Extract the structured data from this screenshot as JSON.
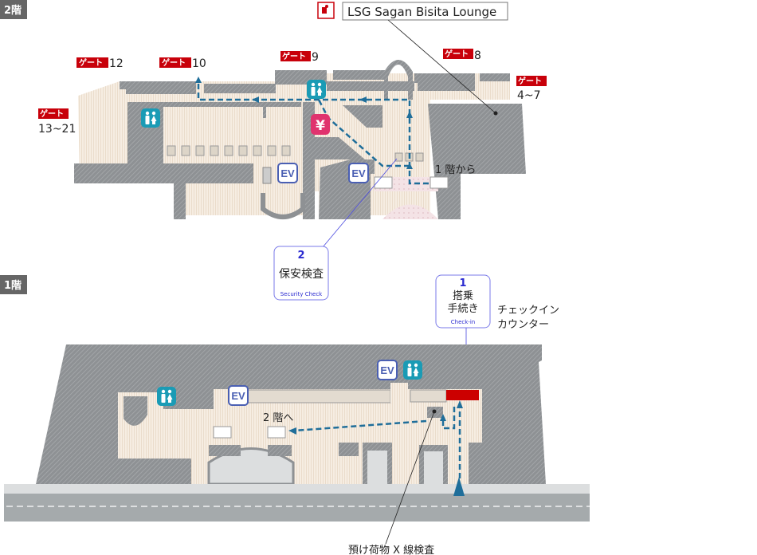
{
  "floors": {
    "floor2": {
      "label": "2階"
    },
    "floor1": {
      "label": "1階"
    }
  },
  "gates": [
    {
      "tag": "ゲート",
      "number": "12"
    },
    {
      "tag": "ゲート",
      "number": "10"
    },
    {
      "tag": "ゲート",
      "number": "9"
    },
    {
      "tag": "ゲート",
      "number": "8"
    },
    {
      "tag": "ゲート",
      "number": "4~7"
    },
    {
      "tag": "ゲート",
      "number": "13~21"
    }
  ],
  "lounge": {
    "name": "LSG Sagan Bisita Lounge"
  },
  "labels": {
    "from_1f": "1 階から",
    "to_2f": "2 階へ",
    "checkin_counter_line1": "チェックイン",
    "checkin_counter_line2": "カウンター",
    "baggage_xray": "預け荷物 X 線検査",
    "ev": "EV",
    "yen": "¥"
  },
  "steps": [
    {
      "number": "1",
      "title_line1": "搭乗",
      "title_line2": "手続き",
      "english": "Check-in"
    },
    {
      "number": "2",
      "title": "保安検査",
      "english": "Security Check"
    }
  ],
  "colors": {
    "route": "#1f6e9a",
    "gate_tag": "#c8000a",
    "toilet": "#1a9bb5",
    "yen": "#e0336e",
    "step_text": "#2a2ad0",
    "checkin_counter": "#cc0000"
  }
}
